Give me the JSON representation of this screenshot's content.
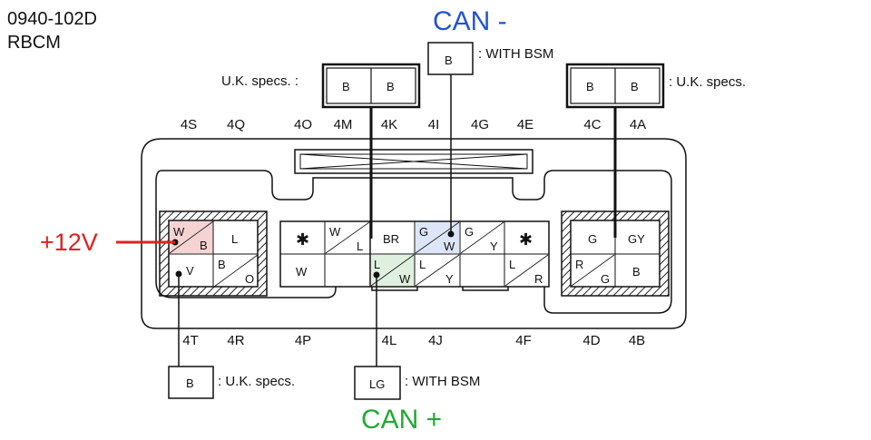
{
  "header": {
    "part_number": "0940-102D",
    "module": "RBCM"
  },
  "annotations": {
    "can_low": "CAN -",
    "can_high": "CAN +",
    "power": "+12V",
    "with_bsm": ": WITH BSM",
    "uk_specs_left": "U.K. specs. :",
    "uk_specs_right": ": U.K. specs.",
    "uk_specs_bottom": ": U.K. specs."
  },
  "colors": {
    "can_low": "#2255cc",
    "can_high": "#22aa33",
    "power": "#e02020"
  },
  "top_pins": [
    "4S",
    "4Q",
    "4O",
    "4M",
    "4K",
    "4I",
    "4G",
    "4E",
    "4C",
    "4A"
  ],
  "bottom_pins": [
    "4T",
    "4R",
    "4P",
    "4L",
    "4J",
    "4F",
    "4D",
    "4B"
  ],
  "plug_top_left": [
    "B",
    "B"
  ],
  "plug_top_center": [
    "B"
  ],
  "plug_top_right": [
    "B",
    "B"
  ],
  "plug_bottom_left": [
    "B"
  ],
  "plug_bottom_center": [
    "LG"
  ],
  "left_block": {
    "cells": [
      {
        "top": "W",
        "bottom": "B"
      },
      {
        "single": "L"
      },
      {
        "single": "V"
      },
      {
        "top": "B",
        "bottom": "O"
      }
    ]
  },
  "center_block": {
    "cells": [
      {
        "symbol": "✱"
      },
      {
        "top": "W",
        "bottom": "L"
      },
      {
        "single": "BR"
      },
      {
        "top": "G",
        "bottom": "W"
      },
      {
        "top": "G",
        "bottom": "Y"
      },
      {
        "symbol": "✱"
      },
      {
        "single": "W"
      },
      {
        "top": "L",
        "bottom": "W"
      },
      {
        "top": "L",
        "bottom": "Y"
      },
      {
        "top": "L",
        "bottom": "R"
      }
    ]
  },
  "right_block": {
    "cells": [
      {
        "single": "G"
      },
      {
        "single": "GY"
      },
      {
        "top": "R",
        "bottom": "G"
      },
      {
        "single": "B"
      }
    ]
  }
}
